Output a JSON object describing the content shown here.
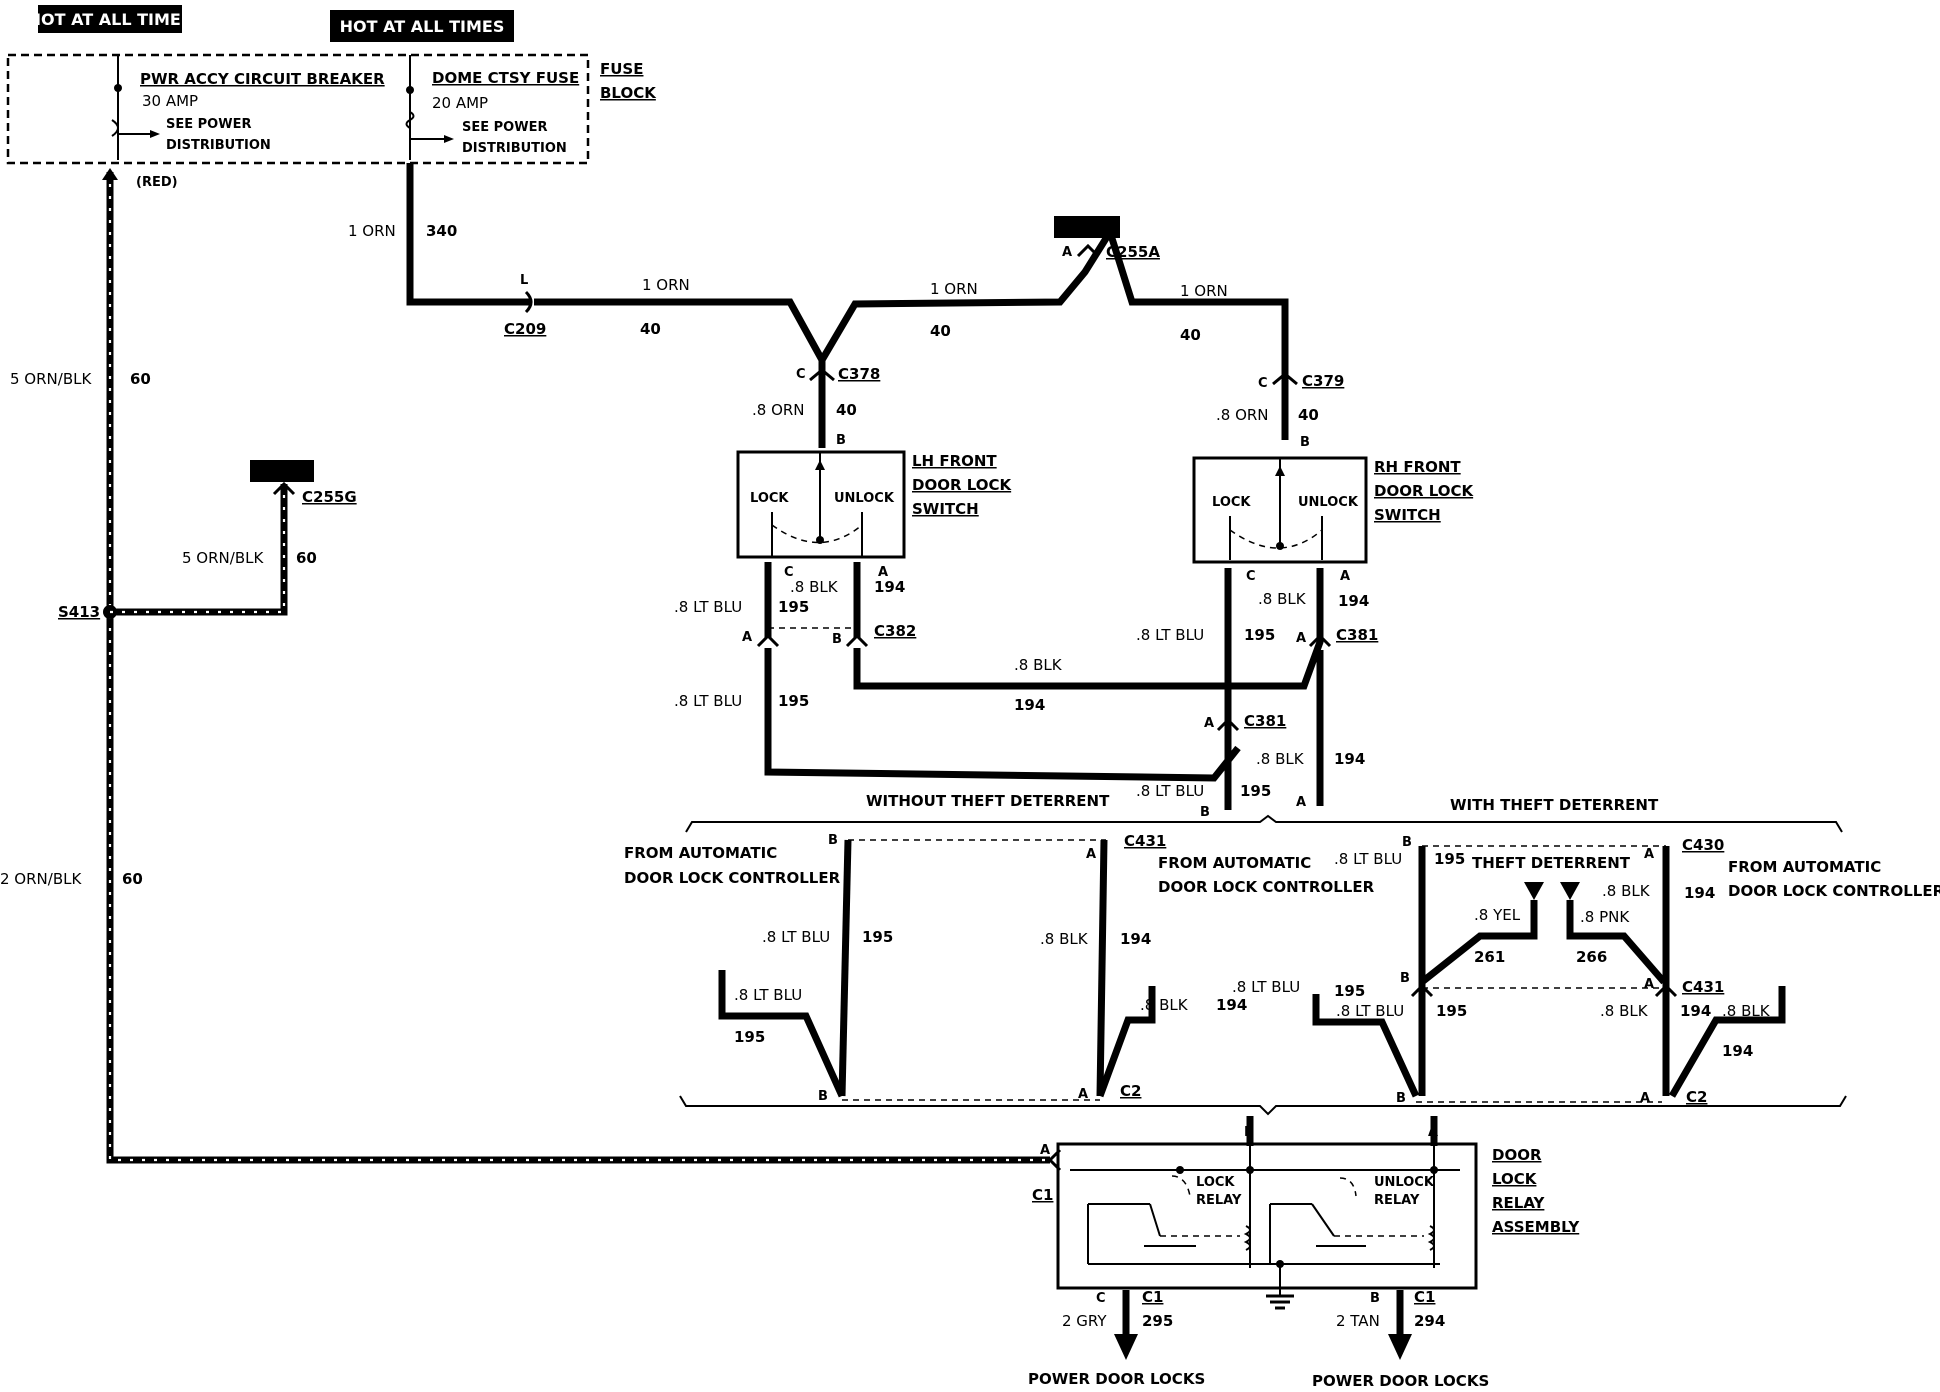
{
  "hot_labels": [
    "HOT AT ALL TIMES",
    "HOT AT ALL TIMES"
  ],
  "fuse_block": {
    "label1": "FUSE",
    "label2": "BLOCK",
    "breaker_name": "PWR ACCY CIRCUIT BREAKER",
    "breaker_amp": "30 AMP",
    "breaker_see1": "SEE POWER",
    "breaker_see2": "DISTRIBUTION",
    "fuse_name": "DOME CTSY FUSE",
    "fuse_amp": "20 AMP",
    "fuse_see1": "SEE POWER",
    "fuse_see2": "DISTRIBUTION"
  },
  "wires": {
    "red": "(RED)",
    "orn1": "1 ORN",
    "c340": "340",
    "c40": "40",
    "orn08": ".8 ORN",
    "orn_blk5": "5 ORN/BLK",
    "orn_blk2": "2 ORN/BLK",
    "c60": "60",
    "ltblu": ".8 LT BLU",
    "c195": "195",
    "blk08": ".8 BLK",
    "c194": "194",
    "yel": ".8 YEL",
    "c261": "261",
    "pnk": ".8 PNK",
    "c266": "266",
    "gry": "2 GRY",
    "c295": "295",
    "tan": "2 TAN",
    "c294": "294"
  },
  "connectors": {
    "C209": "C209",
    "C255A": "C255A",
    "C378": "C378",
    "C379": "C379",
    "C255G": "C255G",
    "S413": "S413",
    "C382": "C382",
    "C381": "C381",
    "C431": "C431",
    "C430": "C430",
    "C2": "C2",
    "C1": "C1"
  },
  "pins": {
    "A": "A",
    "B": "B",
    "C": "C",
    "L": "L"
  },
  "switches": {
    "lh1": "LH FRONT",
    "lh2": "DOOR LOCK",
    "lh3": "SWITCH",
    "rh1": "RH FRONT",
    "rh2": "DOOR LOCK",
    "rh3": "SWITCH",
    "lock": "LOCK",
    "unlock": "UNLOCK"
  },
  "sections": {
    "without": "WITHOUT THEFT DETERRENT",
    "with": "WITH THEFT DETERRENT",
    "from1": "FROM AUTOMATIC",
    "from2": "DOOR LOCK CONTROLLER",
    "theft": "THEFT DETERRENT"
  },
  "relay": {
    "r1": "DOOR",
    "r2": "LOCK",
    "r3": "RELAY",
    "r4": "ASSEMBLY",
    "lock1": "LOCK",
    "lock2": "RELAY",
    "unlock1": "UNLOCK",
    "unlock2": "RELAY"
  },
  "outputs": {
    "pdl": "POWER DOOR LOCKS"
  }
}
